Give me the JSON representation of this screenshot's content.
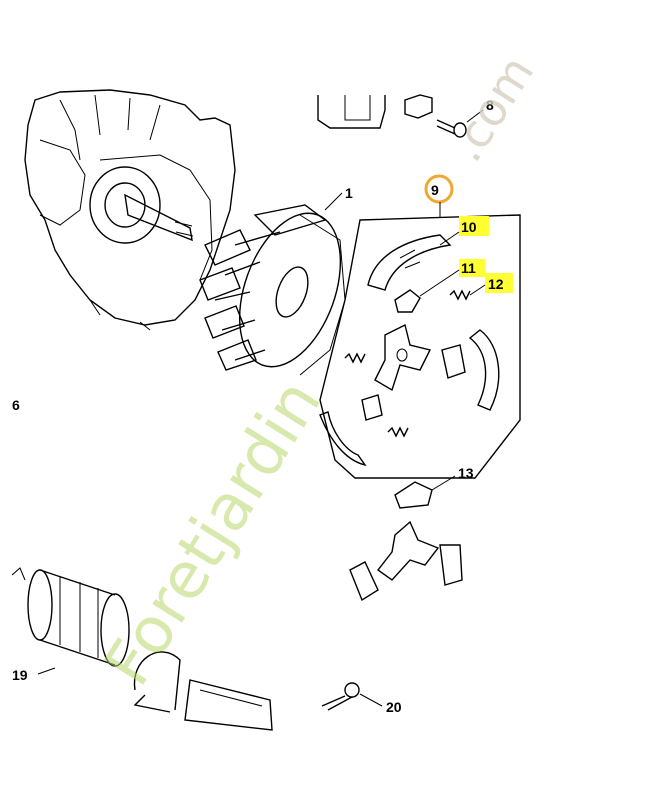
{
  "parts": {
    "p1": "1",
    "p6": "6",
    "p8": "8",
    "p9": "9",
    "p10": "10",
    "p11": "11",
    "p12": "12",
    "p13": "13",
    "p19": "19",
    "p20": "20"
  },
  "highlight_color": "#ffff33",
  "circle_color": "#f0a830",
  "watermark": {
    "main": "Foretjardin",
    "suffix": ".com"
  }
}
